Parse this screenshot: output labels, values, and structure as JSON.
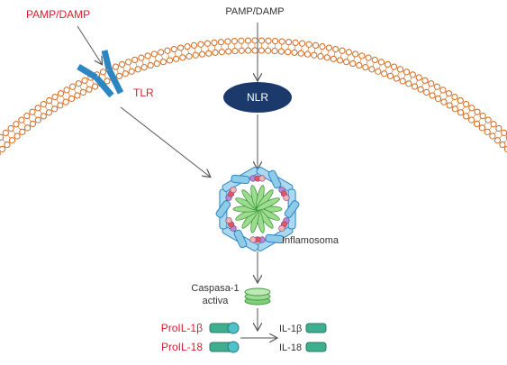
{
  "labels": {
    "pamp_left": "PAMP/DAMP",
    "pamp_top": "PAMP/DAMP",
    "tlr": "TLR",
    "nlr": "NLR",
    "inflammasome": "Inflamosoma",
    "caspase_line1": "Caspasa-1",
    "caspase_line2": "activa",
    "pro_il1b": "ProIL-1β",
    "pro_il18": "ProIL-18",
    "il1b": "IL-1β",
    "il18": "IL-18"
  },
  "colors": {
    "membrane_outline": "#d2691e",
    "membrane_fill": "#ffffff",
    "receptor_blue": "#2d86c2",
    "nlr_navy": "#1b3a6b",
    "label_red": "#d6202e",
    "arrow_gray": "#555555",
    "rod_light_blue": "#8ecbe8",
    "green_spokes": "#53b04b",
    "pill_teal": "#3fae8f",
    "pill_cap": "#2d9bb0"
  },
  "icons": {
    "tlr": "y-shaped-receptor-icon",
    "nlr": "ellipse-receptor-icon",
    "inflammasome": "inflammasome-complex-icon",
    "caspase": "stacked-disc-icon",
    "cytokine": "capsule-icon"
  }
}
